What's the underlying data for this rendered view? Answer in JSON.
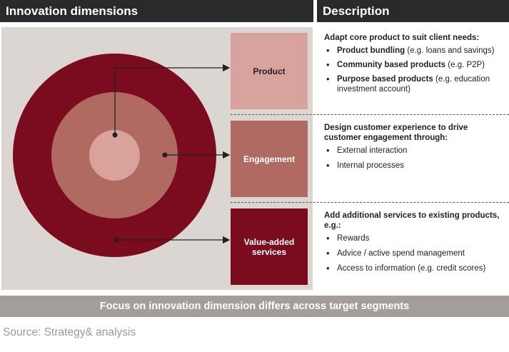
{
  "header": {
    "left_title": "Innovation dimensions",
    "right_title": "Description"
  },
  "dimensions": [
    {
      "label": "Product",
      "color": "#d7a39c"
    },
    {
      "label": "Engagement",
      "color": "#b06a62"
    },
    {
      "label": "Value-added services",
      "color": "#7b0c1f"
    }
  ],
  "descriptions": {
    "product": {
      "heading": "Adapt core product to suit client needs:",
      "items": [
        {
          "bold": "Product bundling",
          "rest": " (e.g. loans and savings)"
        },
        {
          "bold": "Community based products",
          "rest": " (e.g. P2P)"
        },
        {
          "bold": "Purpose based products",
          "rest": " (e.g. education investment account)"
        }
      ]
    },
    "engagement": {
      "heading": "Design customer experience to drive customer engagement through:",
      "items": [
        "External interaction",
        "Internal processes"
      ]
    },
    "value_added": {
      "heading": "Add additional services to existing products, e.g.:",
      "items": [
        "Rewards",
        "Advice / active spend management",
        "Access to information (e.g. credit scores)"
      ]
    }
  },
  "footer": {
    "banner": "Focus on innovation dimension differs across target segments",
    "source": "Source: Strategy& analysis"
  }
}
